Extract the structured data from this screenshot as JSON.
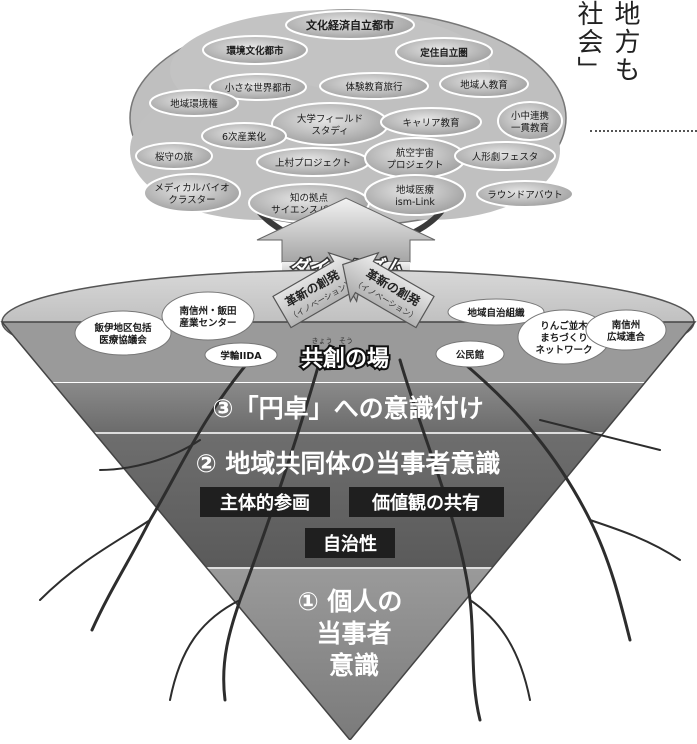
{
  "side_text": {
    "col1": "地方も",
    "col2": "社会」"
  },
  "canopy": {
    "bubbles": [
      {
        "label": [
          "文化経済自立都市"
        ]
      },
      {
        "label": [
          "環境文化都市"
        ]
      },
      {
        "label": [
          "定住自立圏"
        ]
      },
      {
        "label": [
          "小さな世界都市"
        ]
      },
      {
        "label": [
          "体験教育旅行"
        ]
      },
      {
        "label": [
          "地域人教育"
        ]
      },
      {
        "label": [
          "地域環境権"
        ]
      },
      {
        "label": [
          "大学フィールド",
          "スタディ"
        ]
      },
      {
        "label": [
          "キャリア教育"
        ]
      },
      {
        "label": [
          "小中連携",
          "一貫教育"
        ]
      },
      {
        "label": [
          "6次産業化"
        ]
      },
      {
        "label": [
          "桜守の旅"
        ]
      },
      {
        "label": [
          "上村プロジェクト"
        ]
      },
      {
        "label": [
          "航空宇宙",
          "プロジェクト"
        ]
      },
      {
        "label": [
          "人形劇フェスタ"
        ]
      },
      {
        "label": [
          "メディカルバイオ",
          "クラスター"
        ]
      },
      {
        "label": [
          "知の拠点",
          "サイエンスパーク"
        ]
      },
      {
        "label": [
          "地域医療",
          "ism-Link"
        ]
      },
      {
        "label": [
          "ラウンドアバウト"
        ]
      }
    ]
  },
  "dynamism": "ダイナミズム",
  "arrows": [
    {
      "label": "革新の創発",
      "sub": "（イノベーション）"
    },
    {
      "label": "革新の創発",
      "sub": "（イノベーション）"
    }
  ],
  "funnel_top": {
    "orgs": [
      {
        "label": [
          "飯伊地区包括",
          "医療協議会"
        ]
      },
      {
        "label": [
          "南信州・飯田",
          "産業センター"
        ]
      },
      {
        "label": [
          "学輪IIDA"
        ]
      },
      {
        "label": [
          "地域自治組織"
        ]
      },
      {
        "label": [
          "公民館"
        ]
      },
      {
        "label": [
          "りんご並木",
          "まちづくり",
          "ネットワーク"
        ]
      },
      {
        "label": [
          "南信州",
          "広域連合"
        ]
      }
    ],
    "center_label": "共創の場",
    "center_ruby": [
      "きょう",
      "そう"
    ]
  },
  "layers": {
    "layer3": "③「円卓」への意識付け",
    "layer2": "② 地域共同体の当事者意識",
    "tags": [
      "主体的参画",
      "価値観の共有",
      "自治性"
    ],
    "layer1": [
      "① 個人の",
      "当事者",
      "意識"
    ]
  },
  "colors": {
    "bubble": "#c9c9c9",
    "bubble_edge": "#ffffff",
    "tree": "#bdbdbd",
    "band3": "#7c7c7c",
    "band2": "#616161",
    "band1": "#8d8d8d",
    "tag_bg": "#1f1f1f"
  }
}
